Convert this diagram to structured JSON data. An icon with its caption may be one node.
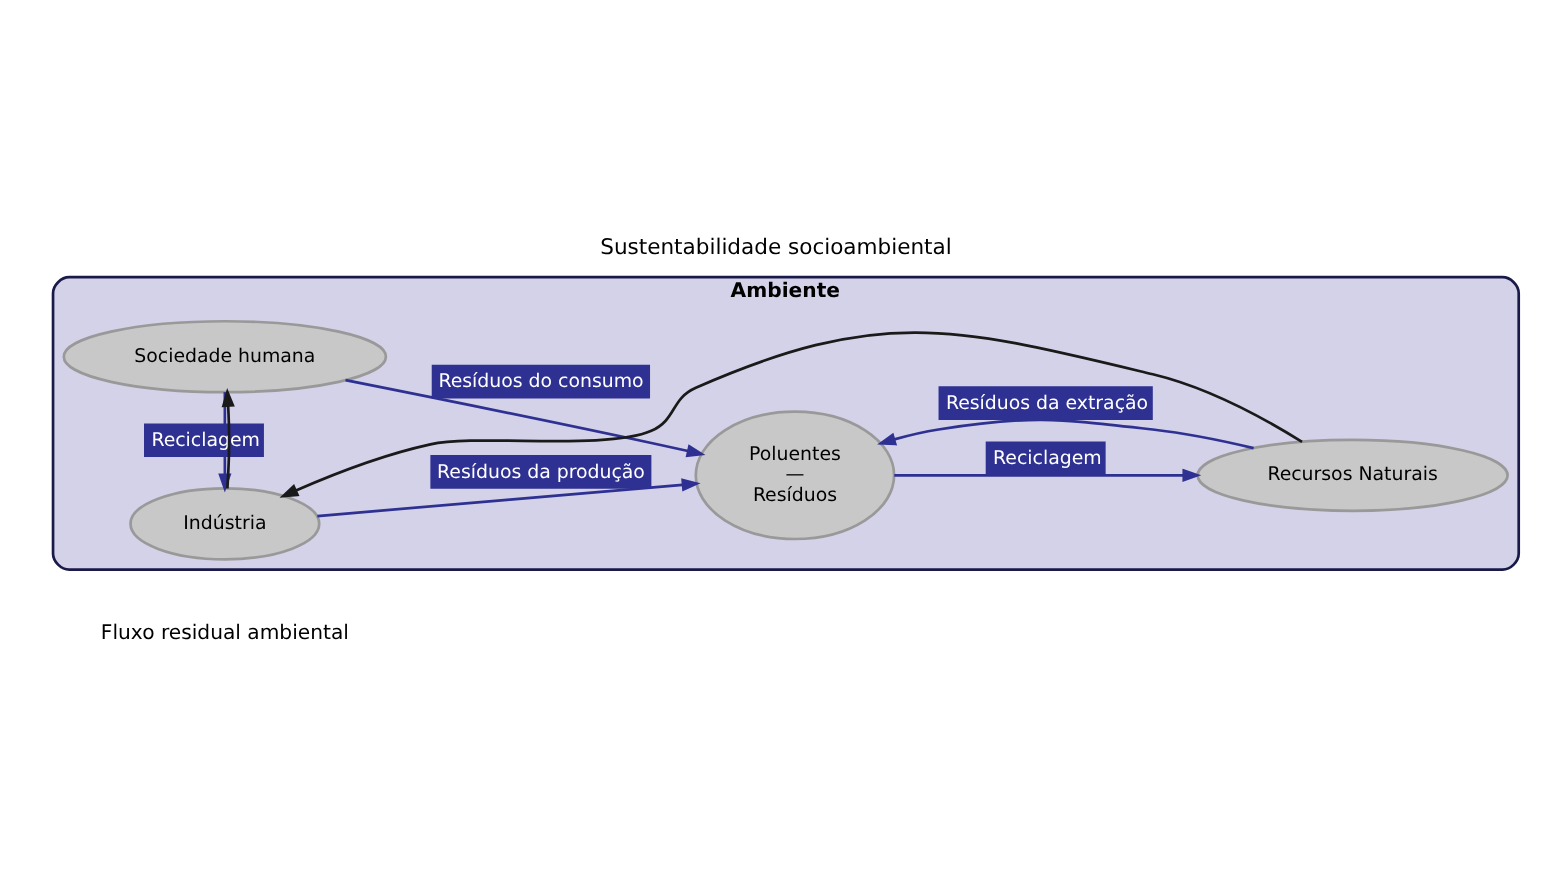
{
  "diagram": {
    "title": "Sustentabilidade socioambiental",
    "nodes": [
      {
        "text": [
          "Ambiente"
        ]
      },
      {
        "text": [
          "Sociedade humana"
        ],
        "in": 0
      },
      {
        "text": [
          "Poluentes",
          "—",
          "Resíduos"
        ],
        "in": 0
      },
      {
        "text": [
          "Indústria"
        ],
        "in": 0
      },
      {
        "text": [
          "Recursos Naturais"
        ],
        "in": 0
      }
    ],
    "edges": [
      {
        "from": 1,
        "to": 2,
        "arrow": "to",
        "label": "Resíduos do consumo"
      },
      {
        "from": 1,
        "to": 3,
        "arrow": "to",
        "label": "Reciclagem"
      },
      {
        "from": 3,
        "to": 2,
        "arrow": "to",
        "label": "Resíduos da produção"
      },
      {
        "from": 3,
        "to": 1,
        "arrow": "to",
        "color": "#1a1a1a"
      },
      {
        "from": 2,
        "to": 4,
        "arrow": "to",
        "label": "Reciclagem"
      },
      {
        "from": 4,
        "to": 2,
        "arrow": "to",
        "label": "Resíduos da extração"
      },
      {
        "from": 4,
        "to": 3,
        "arrow": "to",
        "color": "#1a1a1a"
      }
    ],
    "labels": [
      "Fluxo residual ambiental"
    ]
  }
}
